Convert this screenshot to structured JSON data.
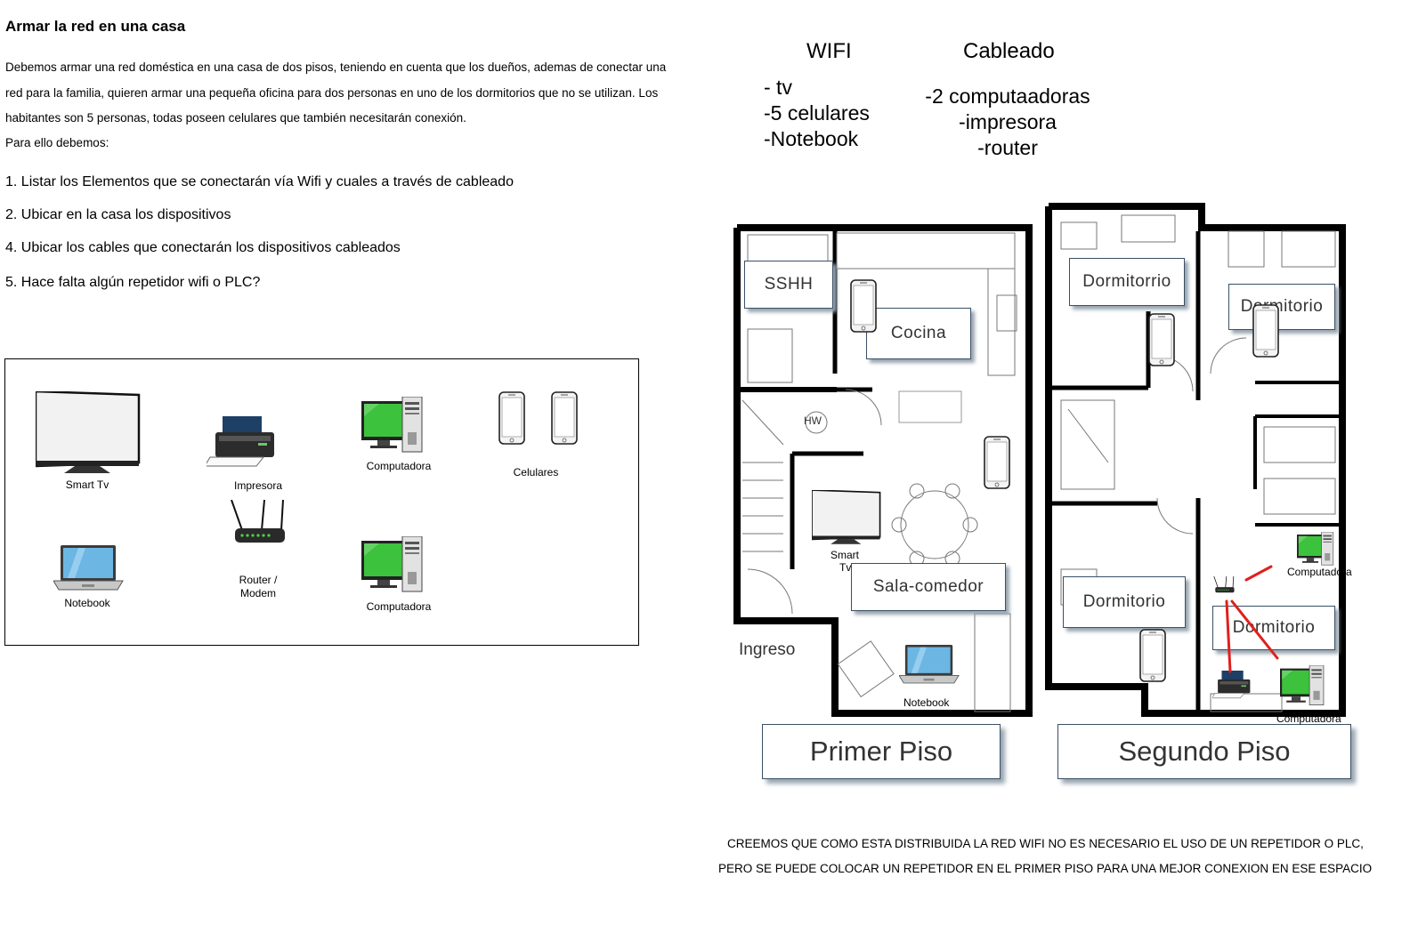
{
  "doc": {
    "title": "Armar la red en una casa",
    "paragraph_lines": [
      "Debemos armar una red doméstica en una casa de dos pisos, teniendo en cuenta que los dueños, ademas de conectar una",
      "red para la familia, quieren armar una pequeña oficina para dos personas en uno de los dormitorios que no se utilizan. Los",
      "habitantes son 5 personas, todas poseen celulares que también necesitarán conexión.",
      "Para ello debemos:"
    ],
    "tasks": [
      "1. Listar los Elementos que se conectarán vía Wifi y cuales a través de cableado",
      "2. Ubicar en la casa los dispositivos",
      "4. Ubicar los cables que conectarán los dispositivos cableados",
      "5. Hace falta algún repetidor wifi o PLC?"
    ]
  },
  "legend": {
    "smart_tv": "Smart Tv",
    "printer": "Impresora",
    "computer_1": "Computadora",
    "phones": "Celulares",
    "router_line1": "Router /",
    "router_line2": "Modem",
    "notebook": "Notebook",
    "computer_2": "Computadora"
  },
  "lists": {
    "wifi_header": "WIFI",
    "wifi_items": [
      "- tv",
      "-5 celulares",
      "-Notebook"
    ],
    "wired_header": "Cableado",
    "wired_items": [
      "-2 computaadoras",
      "-impresora",
      "-router"
    ]
  },
  "plan": {
    "first_floor": {
      "rooms": {
        "bath": "SSHH",
        "kitchen": "Cocina",
        "living": "Sala-comedor",
        "entry": "Ingreso"
      },
      "tv_caption_1": "Smart",
      "tv_caption_2": "Tv",
      "notebook_caption": "Notebook",
      "floor_label": "Primer Piso",
      "hw_label": "HW"
    },
    "second_floor": {
      "rooms": {
        "bed1": "Dormitorrio",
        "bed2": "Dormitorio",
        "bed3": "Dormitorio",
        "bed4": "Dormitorio"
      },
      "computer_caption_1": "Computadora",
      "computer_caption_2": "Computadora",
      "floor_label": "Segundo Piso"
    },
    "cable_color": "#e0201c"
  },
  "conclusion": {
    "line1": "CREEMOS QUE COMO ESTA DISTRIBUIDA LA RED WIFI NO ES NECESARIO EL USO DE UN REPETIDOR O PLC,",
    "line2": "PERO SE PUEDE COLOCAR UN REPETIDOR EN EL PRIMER PISO PARA UNA MEJOR CONEXION EN ESE ESPACIO"
  }
}
